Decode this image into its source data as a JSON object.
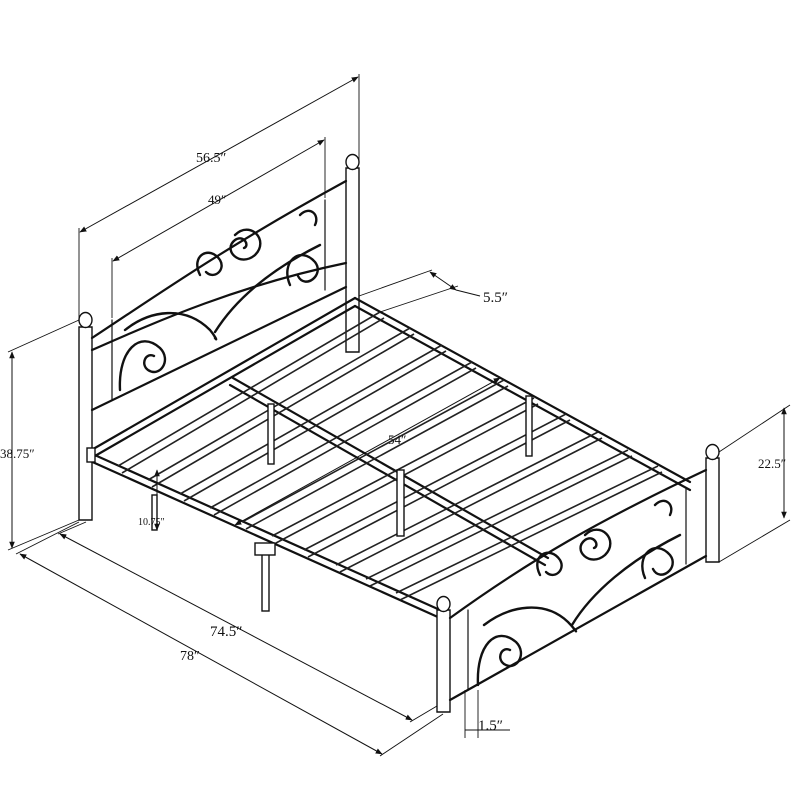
{
  "dimensions": {
    "headboard_outer_width": "56.5″",
    "headboard_inner_width": "49″",
    "post_width": "5.5″",
    "headboard_height": "38.75″",
    "footboard_height": "22.5″",
    "under_bed_clearance": "10.75″",
    "bed_width": "54″",
    "inner_length": "74.5″",
    "total_length": "78″",
    "tube_width": "1.5″"
  }
}
